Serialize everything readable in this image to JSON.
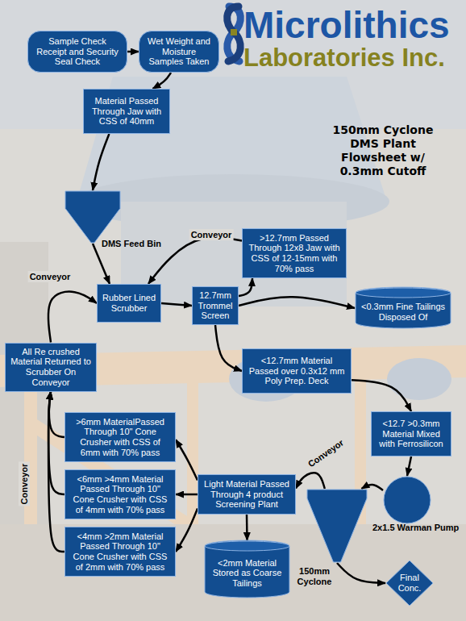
{
  "diagram": {
    "title": "150mm Cyclone DMS Plant Flowsheet w/ 0.3mm Cutoff",
    "nodes": [
      {
        "text": [
          "Sample Check Receipt and Security Seal Check"
        ]
      },
      {
        "text": [
          "Wet Weight and Moisture Samples Taken"
        ]
      },
      {
        "text": [
          "Material Passed Through Jaw with CSS of 40mm"
        ]
      },
      {
        "text": [
          "DMS Feed Bin"
        ]
      },
      {
        "text": [
          ">12.7mm Passed Through 12x8 Jaw with CSS of 12-15mm with 70% pass"
        ]
      },
      {
        "text": [
          "Rubber Lined Scrubber"
        ]
      },
      {
        "text": [
          "12.7mm Trommel Screen"
        ]
      },
      {
        "text": [
          "<0.3mm Fine Tailings Disposed Of"
        ]
      },
      {
        "text": [
          "All Re crushed Material Returned to Scrubber On Conveyor"
        ]
      },
      {
        "text": [
          "<12.7mm Material Passed over 0.3x12 mm Poly Prep. Deck"
        ]
      },
      {
        "text": [
          "<12.7 >0.3mm Material Mixed with Ferrosilicon"
        ]
      },
      {
        "text": [
          ">6mm MaterialPassed Through 10\" Cone Crusher with CSS of 6mm with 70% pass"
        ]
      },
      {
        "text": [
          "<6mm >4mm Material Passed Through 10\" Cone Crusher with CSS of 4mm with 70% pass"
        ]
      },
      {
        "text": [
          "Light Material Passed Through 4 product Screening Plant"
        ]
      },
      {
        "text": [
          "2x1.5 Warman Pump"
        ]
      },
      {
        "text": [
          "<4mm >2mm Material Passed Through 10\" Cone Crusher with CSS of 2mm with 70% pass"
        ]
      },
      {
        "text": [
          "<2mm Material Stored as Coarse Tailings"
        ]
      },
      {
        "text": [
          "150mm Cyclone"
        ]
      },
      {
        "text": [
          "Final Conc."
        ]
      }
    ],
    "edges": [
      {
        "from": 0,
        "to": 1,
        "arrow": "to"
      },
      {
        "from": 1,
        "to": 2,
        "arrow": "to"
      },
      {
        "from": 2,
        "to": 3,
        "arrow": "to"
      },
      {
        "from": 3,
        "to": 5,
        "arrow": "to"
      },
      {
        "from": 5,
        "to": 6,
        "arrow": "to"
      },
      {
        "from": 6,
        "to": 4,
        "arrow": "to"
      },
      {
        "from": 4,
        "to": 5,
        "label": "Conveyor",
        "arrow": "to"
      },
      {
        "from": 6,
        "to": 7,
        "arrow": "to"
      },
      {
        "from": 6,
        "to": 9,
        "arrow": "to"
      },
      {
        "from": 9,
        "to": 10,
        "arrow": "to"
      },
      {
        "from": 10,
        "to": 14,
        "arrow": "to"
      },
      {
        "from": 14,
        "to": 17,
        "arrow": "to"
      },
      {
        "from": 17,
        "to": 13,
        "label": "Conveyor",
        "arrow": "to"
      },
      {
        "from": 17,
        "to": 18,
        "arrow": "to"
      },
      {
        "from": 13,
        "to": 11,
        "arrow": "to"
      },
      {
        "from": 13,
        "to": 12,
        "arrow": "to"
      },
      {
        "from": 13,
        "to": 15,
        "arrow": "to"
      },
      {
        "from": 13,
        "to": 16,
        "arrow": "to"
      },
      {
        "from": 11,
        "to": 8,
        "arrow": "to"
      },
      {
        "from": 12,
        "to": 8,
        "arrow": "to"
      },
      {
        "from": 15,
        "to": 8,
        "label": "Conveyor",
        "arrow": "to"
      },
      {
        "from": 8,
        "to": 5,
        "label": "Conveyor",
        "arrow": "to"
      }
    ],
    "labels": [
      "Microlithics",
      "Laboratories Inc."
    ]
  }
}
